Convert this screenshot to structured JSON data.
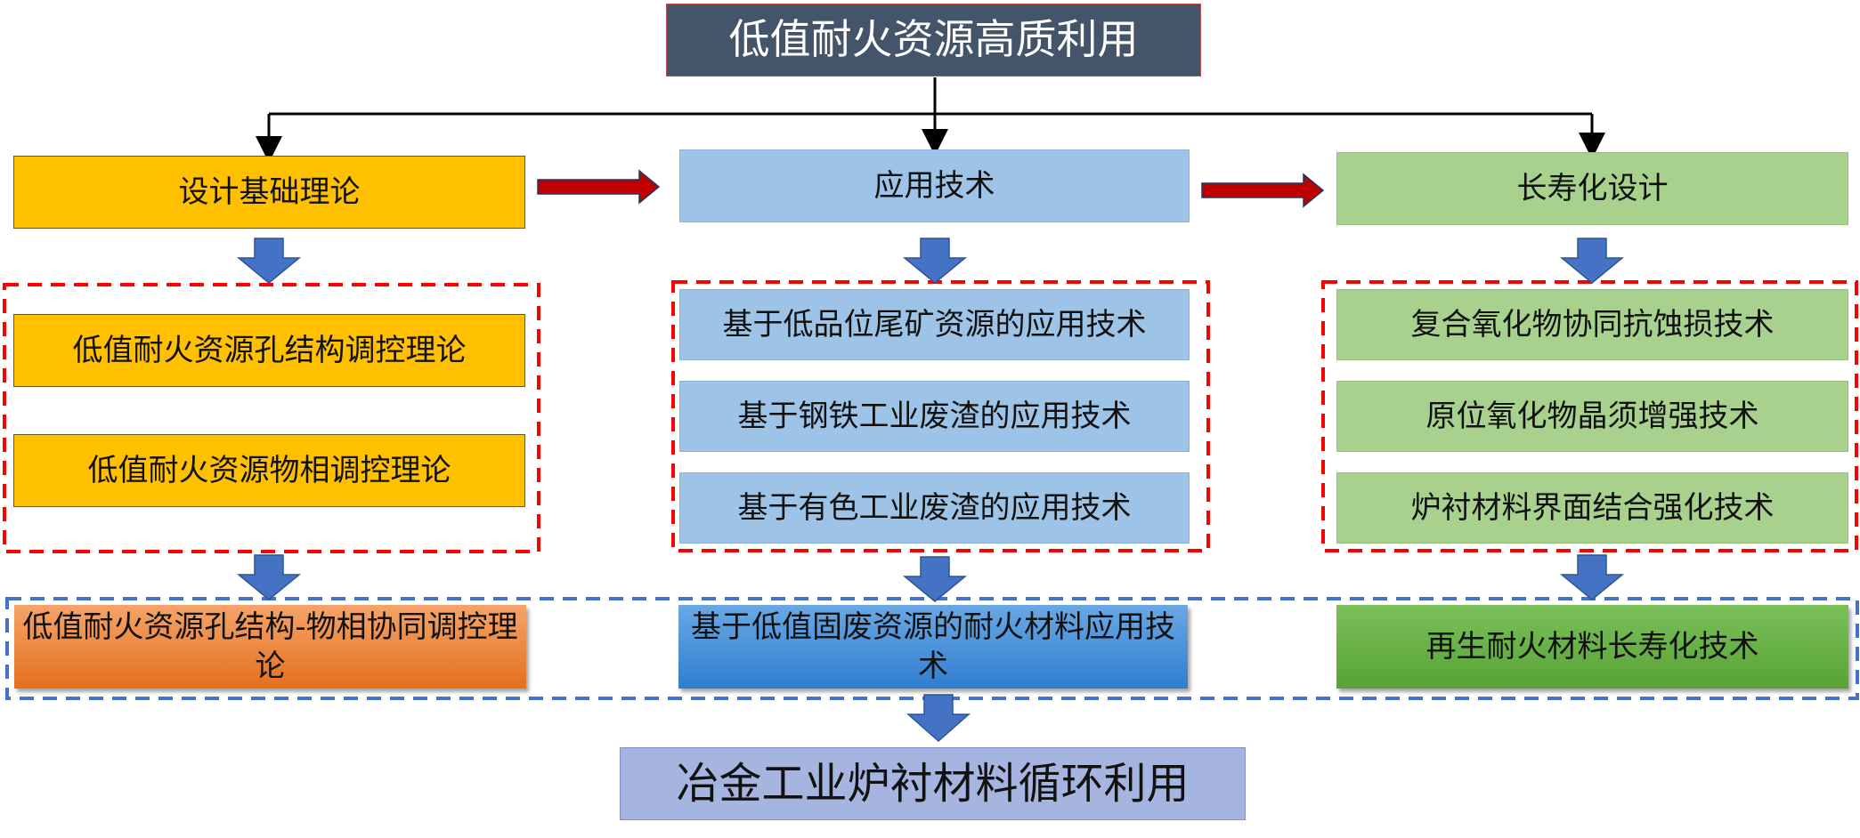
{
  "title": "低值耐火资源高质利用",
  "columns": [
    {
      "header": "设计基础理论",
      "items": [
        "低值耐火资源孔结构调控理论",
        "低值耐火资源物相调控理论"
      ],
      "result": "低值耐火资源孔结构-物相协同调控理论"
    },
    {
      "header": "应用技术",
      "items": [
        "基于低品位尾矿资源的应用技术",
        "基于钢铁工业废渣的应用技术",
        "基于有色工业废渣的应用技术"
      ],
      "result": "基于低值固废资源的耐火材料应用技术"
    },
    {
      "header": "长寿化设计",
      "items": [
        "复合氧化物协同抗蚀损技术",
        "原位氧化物晶须增强技术",
        "炉衬材料界面结合强化技术"
      ],
      "result": "再生耐火材料长寿化技术"
    }
  ],
  "outcome": "冶金工业炉衬材料循环利用",
  "colors": {
    "title_bg": "#44546a",
    "yellow": "#ffc000",
    "blue": "#9dc3e6",
    "green": "#a9d18e",
    "orange": "#ed7d31",
    "arrow_blue": "#4472c4",
    "arrow_red": "#c00000",
    "dash_red": "#ff0000",
    "dash_blue": "#4472c4",
    "outcome_bg": "#a6b4e0"
  }
}
